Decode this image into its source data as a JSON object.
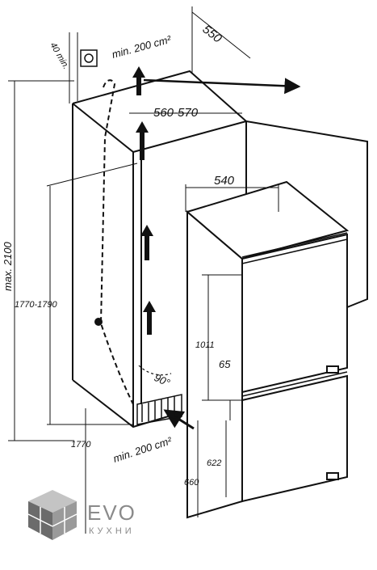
{
  "dimensions": {
    "gap_top": "40 min.",
    "vent_top": "min. 200 cm²",
    "depth_niche": "550",
    "width_niche": "560-570",
    "appliance_width": "540",
    "max_height": "max. 2100",
    "niche_height": "1770-1790",
    "fridge_door_height": "1011",
    "door_gap": "65",
    "angle": "90°",
    "appliance_height": "1770",
    "vent_bottom": "min. 200 cm²",
    "lower_door_622": "622",
    "lower_door_660": "660"
  },
  "logo": {
    "brand": "EVO",
    "subtitle": "КУХНИ",
    "colors": {
      "dark": "#6b6b6b",
      "mid": "#9a9a9a",
      "light": "#c4c4c4"
    }
  },
  "colors": {
    "line": "#111111",
    "background": "#ffffff"
  }
}
